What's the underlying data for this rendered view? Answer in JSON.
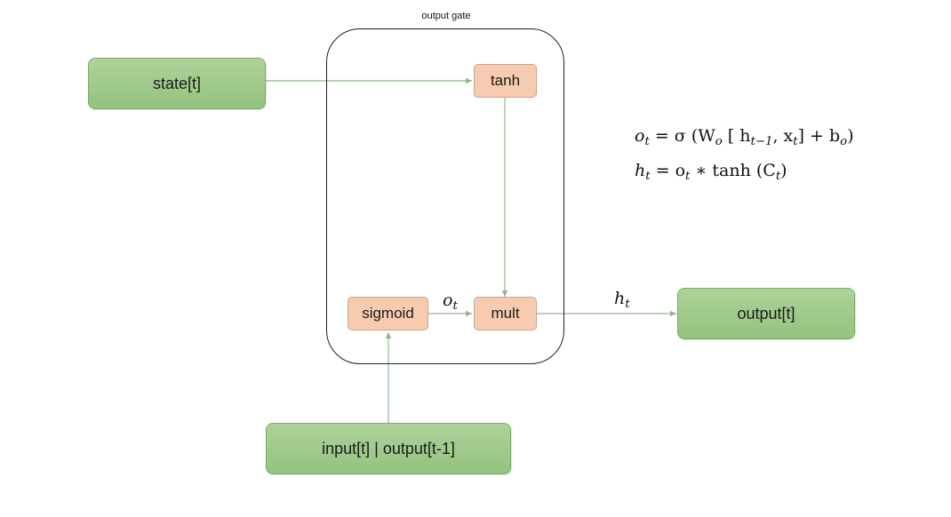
{
  "gate": {
    "title": "output gate"
  },
  "nodes": {
    "state": "state[t]",
    "input": "input[t] | output[t-1]",
    "output": "output[t]",
    "tanh": "tanh",
    "sigmoid": "sigmoid",
    "mult": "mult"
  },
  "labels": {
    "o_base": "o",
    "o_sub": "t",
    "h_base": "h",
    "h_sub": "t"
  },
  "equations": {
    "eq1": {
      "lhs": "o",
      "lhs_sub": "t",
      "rhs_a": " = σ (W",
      "w_sub": "o",
      "rhs_b": "  [ h",
      "h_sub": "t−1",
      "rhs_c": ", x",
      "x_sub": "t",
      "rhs_d": "]  +  b",
      "b_sub": "o",
      "rhs_e": ")"
    },
    "eq2": {
      "lhs": "h",
      "lhs_sub": "t",
      "rhs_a": " = o",
      "o_sub": "t",
      "rhs_b": " ∗ tanh (C",
      "c_sub": "t",
      "rhs_c": ")"
    }
  },
  "colors": {
    "io_fill": "#a3cc8e",
    "op_fill": "#f7cbb0",
    "wire": "#8fb88a"
  }
}
